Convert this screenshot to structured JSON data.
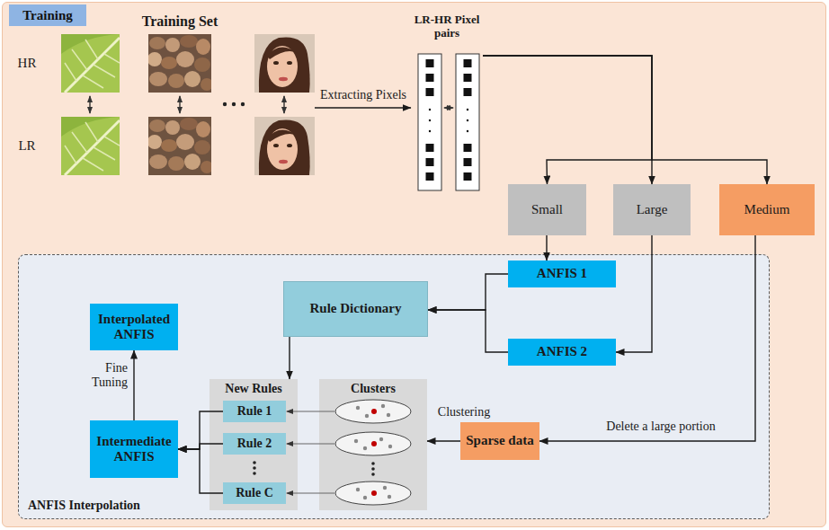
{
  "diagram": {
    "title": "Training",
    "nodes": [
      {
        "text": [
          "Training Set"
        ]
      },
      {
        "text": [
          "LR-HR Pixel pairs"
        ]
      },
      {
        "text": [
          "Small"
        ]
      },
      {
        "text": [
          "Large"
        ]
      },
      {
        "text": [
          "Medium"
        ]
      },
      {
        "text": [
          "ANFIS Interpolation"
        ]
      },
      {
        "text": [
          "ANFIS 1"
        ],
        "in": 5
      },
      {
        "text": [
          "Interpolated ANFIS"
        ],
        "in": 5
      },
      {
        "text": [
          "Rule Dictionary"
        ],
        "in": 5
      },
      {
        "text": [
          "ANFIS 2"
        ],
        "in": 5
      },
      {
        "text": [
          "New Rules"
        ],
        "in": 5
      },
      {
        "text": [
          "Rule 1"
        ],
        "in": 10
      },
      {
        "text": [
          "Rule 2"
        ],
        "in": 10
      },
      {
        "text": [
          "Rule C"
        ],
        "in": 10
      },
      {
        "text": [
          "Clusters"
        ],
        "in": 5
      },
      {
        "text": [
          "Intermediate ANFIS"
        ],
        "in": 5
      },
      {
        "text": [
          "Sparse data"
        ],
        "in": 5
      }
    ],
    "edges": [
      {
        "from": 0,
        "to": 1,
        "arrow": "to",
        "label": "Extracting Pixels"
      },
      {
        "from": 1,
        "to": 2,
        "arrow": "to"
      },
      {
        "from": 1,
        "to": 3,
        "arrow": "to"
      },
      {
        "from": 1,
        "to": 4,
        "arrow": "to"
      },
      {
        "from": 2,
        "to": 6,
        "arrow": "to"
      },
      {
        "from": 3,
        "to": 9,
        "arrow": "to"
      },
      {
        "from": 6,
        "to": 8,
        "arrow": "to"
      },
      {
        "from": 9,
        "to": 8,
        "arrow": "to"
      },
      {
        "from": 4,
        "to": 16,
        "arrow": "to",
        "label": "Delete a large portion"
      },
      {
        "from": 16,
        "to": 14,
        "arrow": "to",
        "label": "Clustering"
      },
      {
        "from": 8,
        "to": 10,
        "arrow": "to"
      },
      {
        "from": 11,
        "to": 15,
        "arrow": "to"
      },
      {
        "from": 12,
        "to": 15,
        "arrow": "to"
      },
      {
        "from": 13,
        "to": 15,
        "arrow": "to"
      },
      {
        "from": 15,
        "to": 7,
        "arrow": "to",
        "label": "Fine Tuning"
      }
    ],
    "labels": [
      "HR",
      "LR"
    ]
  }
}
